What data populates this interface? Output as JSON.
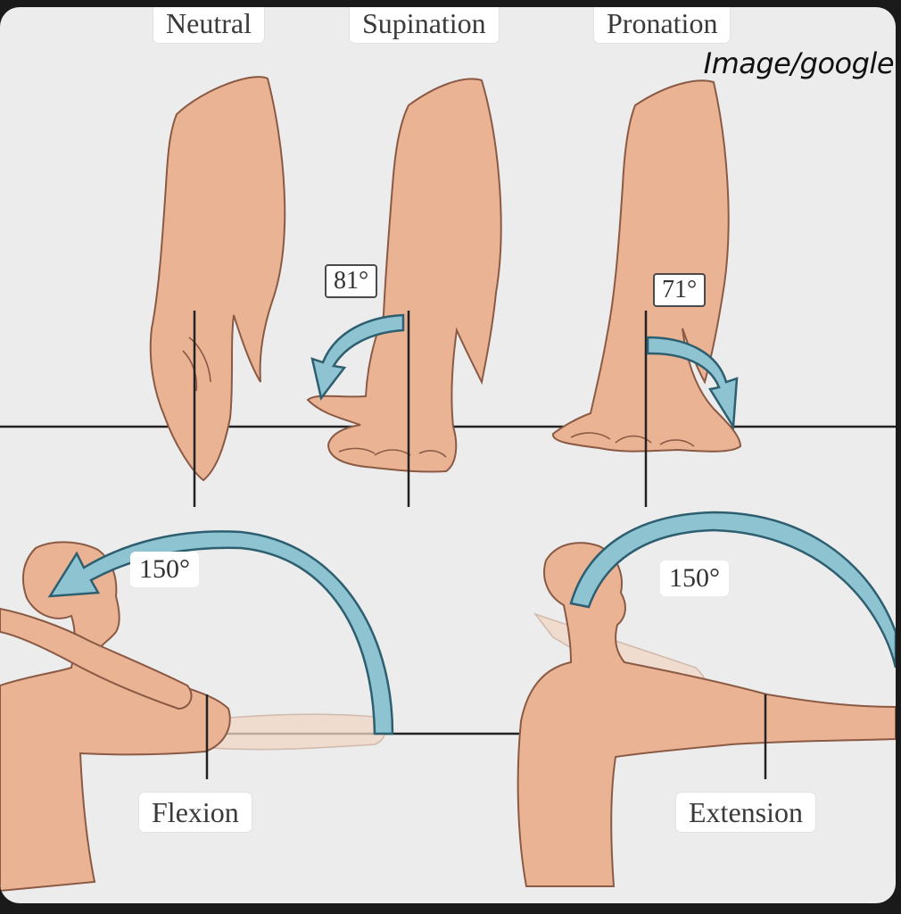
{
  "top_row": {
    "neutral_label": "Neutral",
    "supination_label": "Supination",
    "pronation_label": "Pronation",
    "supination_angle": "81°",
    "pronation_angle": "71°"
  },
  "bottom_row": {
    "flexion_label": "Flexion",
    "extension_label": "Extension",
    "flexion_angle": "150°",
    "extension_angle": "150°"
  },
  "watermark": "Image/google",
  "colors": {
    "background": "#ececec",
    "skin": "#e9b394",
    "skin_outline": "#8a5a45",
    "arrow_fill": "#8ec3d1",
    "arrow_outline": "#2e5f70",
    "reference_line": "#222222"
  }
}
